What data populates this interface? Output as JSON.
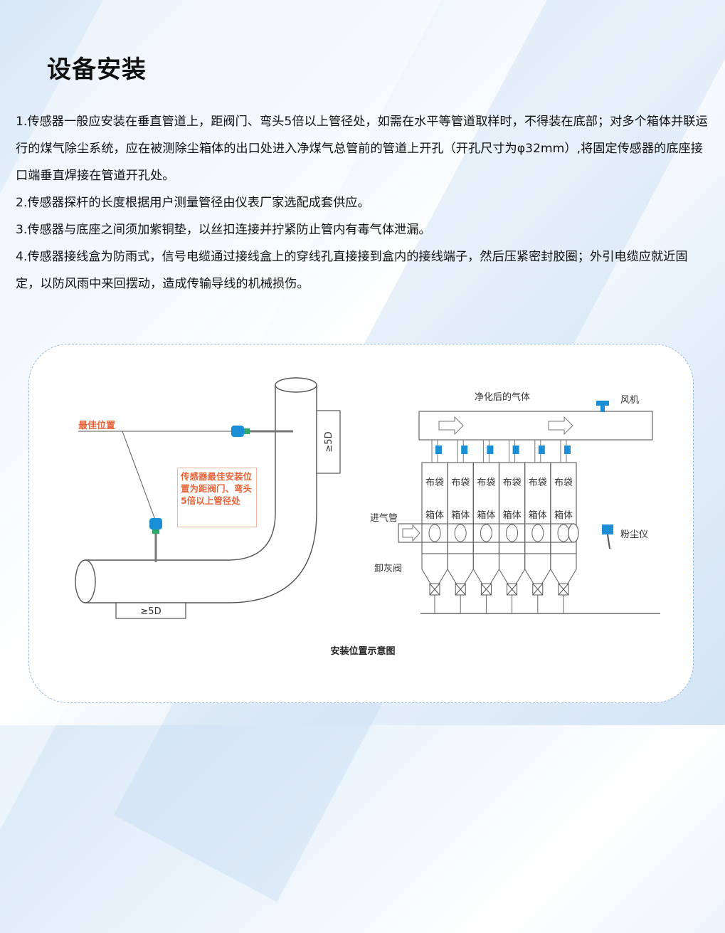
{
  "page": {
    "title": "设备安装",
    "paragraphs": [
      "1.传感器一般应安装在垂直管道上，距阀门、弯头5倍以上管径处，如需在水平等管道取样时，不得装在底部；对多个箱体并联运行的煤气除尘系统，应在被测除尘箱体的出口处进入净煤气总管前的管道上开孔（开孔尺寸为φ32mm）,将固定传感器的底座接口端垂直焊接在管道开孔处。",
      "2.传感器探杆的长度根据用户测量管径由仪表厂家选配成套供应。",
      "3.传感器与底座之间须加紫铜垫，以丝扣连接并拧紧防止管内有毒气体泄漏。",
      "4.传感器接线盒为防雨式，信号电缆通过接线盒上的穿线孔直接接到盒内的接线端子，然后压紧密封胶圈；外引电缆应就近固定，以防风雨中来回摆动，造成传输导线的机械损伤。"
    ]
  },
  "diagram": {
    "caption": "安装位置示意图",
    "left": {
      "best_position_label": "最佳位置",
      "note": "传感器最佳安装位置为距阀门、弯头5倍以上管径处",
      "vertical_distance_label": "≥5D",
      "horizontal_distance_label": "≥5D"
    },
    "right": {
      "clean_gas_label": "净化后的气体",
      "fan_label": "风机",
      "inlet_label": "进气管",
      "dust_meter_label": "粉尘仪",
      "ash_valve_label": "卸灰阀",
      "box_top_label": "布袋",
      "box_bottom_label": "箱体",
      "box_count": 6
    },
    "colors": {
      "accent": "#e8643a",
      "sensor": "#1a8fd6",
      "line": "#555555"
    }
  }
}
